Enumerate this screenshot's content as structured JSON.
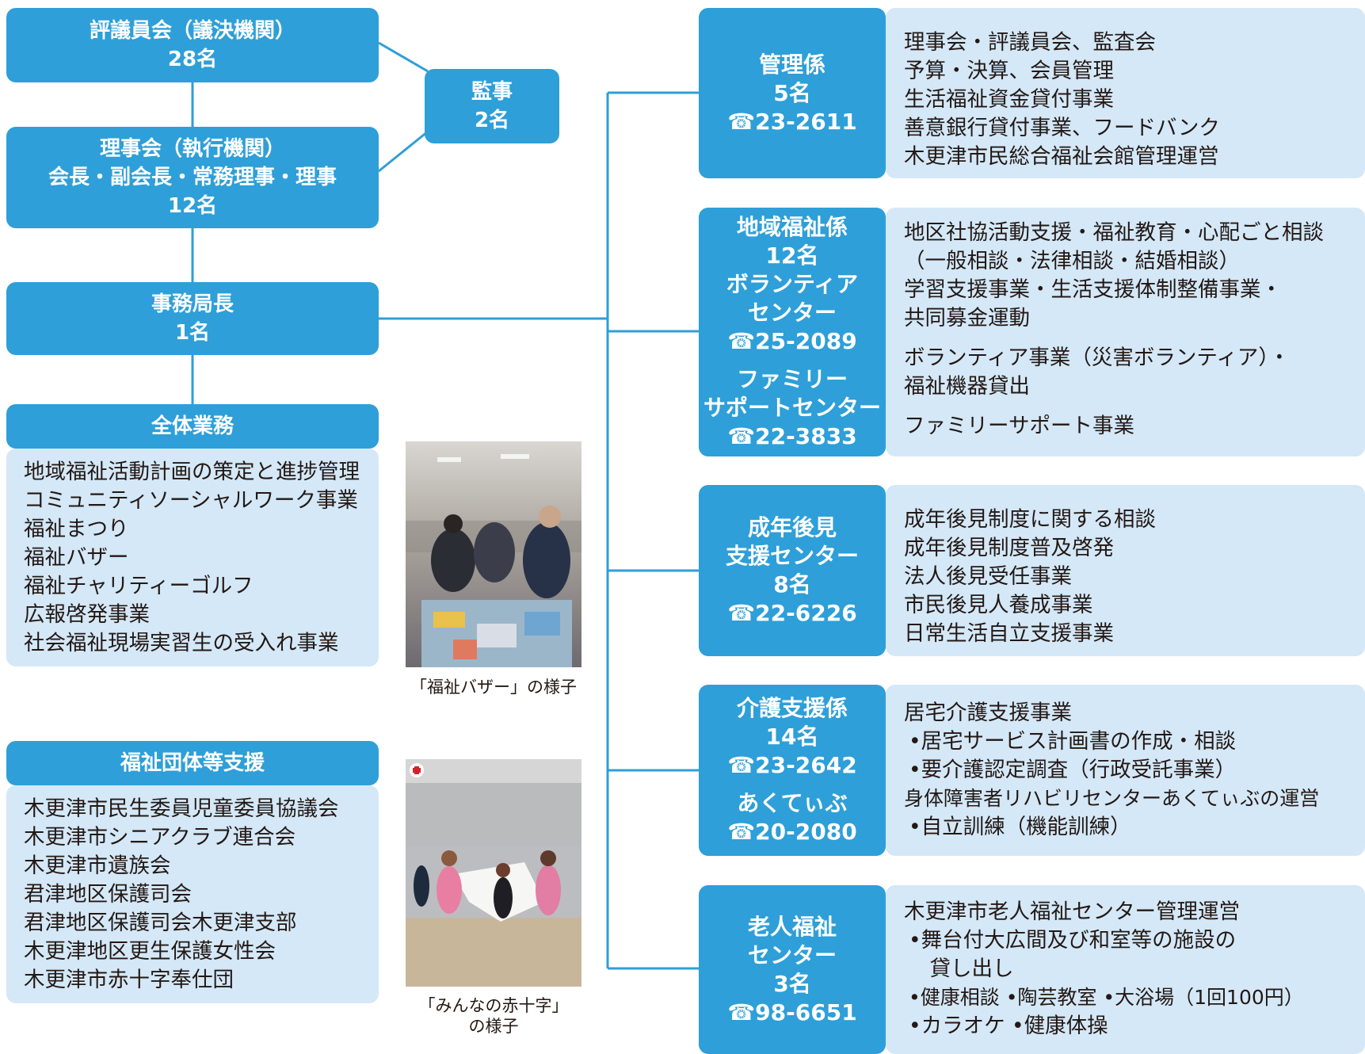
{
  "colors": {
    "box": "#2e9fd8",
    "panel": "#d4e8f7",
    "line": "#2e9fd8"
  },
  "phone_icon": "phone-icon",
  "council": {
    "line1": "評議員会（議決機関）",
    "line2": "28名"
  },
  "auditor": {
    "line1": "監事",
    "line2": "2名"
  },
  "board": {
    "line1": "理事会（執行機関）",
    "line2": "会長・副会長・常務理事・理事",
    "line3": "12名"
  },
  "secretary": {
    "line1": "事務局長",
    "line2": "1名"
  },
  "general": {
    "title": "全体業務",
    "items": [
      "地域福祉活動計画の策定と進捗管理",
      "コミュニティソーシャルワーク事業",
      "福祉まつり",
      "福祉バザー",
      "福祉チャリティーゴルフ",
      "広報啓発事業",
      "社会福祉現場実習生の受入れ事業"
    ]
  },
  "support": {
    "title": "福祉団体等支援",
    "items": [
      "木更津市民生委員児童委員協議会",
      "木更津市シニアクラブ連合会",
      "木更津市遺族会",
      "君津地区保護司会",
      "君津地区保護司会木更津支部",
      "木更津地区更生保護女性会",
      "木更津市赤十字奉仕団"
    ]
  },
  "photos": {
    "bazaar_caption": "「福祉バザー」の様子",
    "redcross_caption1": "「みんなの赤十字」",
    "redcross_caption2": "の様子"
  },
  "departments": {
    "kanri": {
      "name": "管理係",
      "staff": "5名",
      "phone": "☎23-2611",
      "items": [
        "理事会・評議員会、監査会",
        "予算・決算、会員管理",
        "生活福祉資金貸付事業",
        "善意銀行貸付事業、フードバンク",
        "木更津市民総合福祉会館管理運営"
      ]
    },
    "chiiki": {
      "name": "地域福祉係",
      "staff": "12名",
      "name2a": "ボランティア",
      "name2b": "センター",
      "phone": "☎25-2089",
      "name3a": "ファミリー",
      "name3b": "サポートセンター",
      "phone2": "☎22-3833",
      "items1": [
        "地区社協活動支援・福祉教育・心配ごと相談",
        "（一般相談・法律相談・結婚相談）",
        "学習支援事業・生活支援体制整備事業・",
        "共同募金運動"
      ],
      "items2": [
        "ボランティア事業（災害ボランティア）・",
        "福祉機器貸出"
      ],
      "items3": [
        "ファミリーサポート事業"
      ]
    },
    "seinen": {
      "name_a": "成年後見",
      "name_b": "支援センター",
      "staff": "8名",
      "phone": "☎22-6226",
      "items": [
        "成年後見制度に関する相談",
        "成年後見制度普及啓発",
        "法人後見受任事業",
        "市民後見人養成事業",
        "日常生活自立支援事業"
      ]
    },
    "kaigo": {
      "name": "介護支援係",
      "staff": "14名",
      "phone": "☎23-2642",
      "name2": "あくてぃぶ",
      "phone2": "☎20-2080",
      "items": [
        "居宅介護支援事業",
        "•居宅サービス計画書の作成・相談",
        "•要介護認定調査（行政受託事業）",
        "身体障害者リハビリセンターあくてぃぶの運営",
        "•自立訓練（機能訓練）"
      ]
    },
    "rojin": {
      "name_a": "老人福祉",
      "name_b": "センター",
      "staff": "3名",
      "phone": "☎98-6651",
      "items": [
        "木更津市老人福祉センター管理運営",
        "•舞台付大広間及び和室等の施設の",
        "　貸し出し",
        "•健康相談 •陶芸教室 •大浴場（1回100円）",
        "•カラオケ •健康体操"
      ]
    }
  }
}
